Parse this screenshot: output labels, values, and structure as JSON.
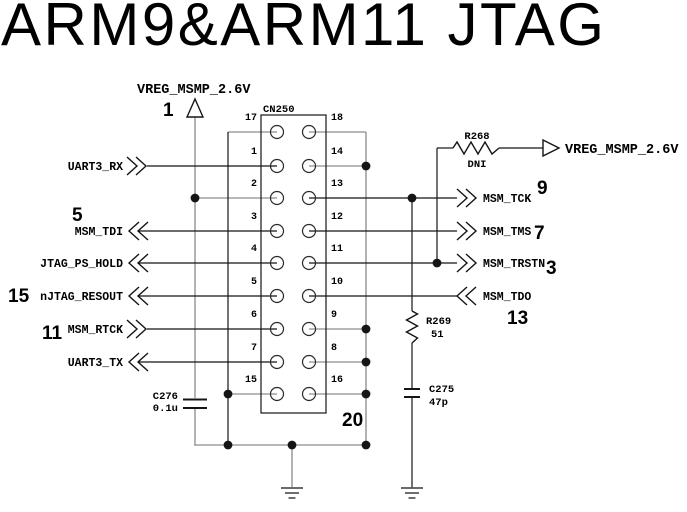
{
  "title": "ARM9&ARM11 JTAG",
  "power_top": {
    "annotation": "1",
    "net": "VREG_MSMP_2.6V"
  },
  "power_right": {
    "net": "VREG_MSMP_2.6V"
  },
  "connector": {
    "ref": "CN250",
    "annotation": "20",
    "pins_left": [
      "17",
      "1",
      "2",
      "3",
      "4",
      "5",
      "6",
      "7",
      "15"
    ],
    "pins_right": [
      "18",
      "14",
      "13",
      "12",
      "11",
      "10",
      "9",
      "8",
      "16"
    ]
  },
  "ports_left": [
    {
      "name": "UART3_RX",
      "direction": "out"
    },
    {
      "name": "MSM_TDI",
      "direction": "in",
      "annotation": "5"
    },
    {
      "name": "JTAG_PS_HOLD",
      "direction": "in"
    },
    {
      "name": "nJTAG_RESOUT",
      "direction": "in",
      "annotation": "15"
    },
    {
      "name": "MSM_RTCK",
      "direction": "out",
      "annotation": "11"
    },
    {
      "name": "UART3_TX",
      "direction": "in"
    }
  ],
  "ports_right": [
    {
      "name": "MSM_TCK",
      "direction": "out",
      "annotation": "9"
    },
    {
      "name": "MSM_TMS",
      "direction": "out",
      "annotation": "7"
    },
    {
      "name": "MSM_TRSTN",
      "direction": "out",
      "annotation": "3"
    },
    {
      "name": "MSM_TDO",
      "direction": "in",
      "annotation": "13"
    }
  ],
  "components": {
    "R268": {
      "ref": "R268",
      "value": "DNI"
    },
    "R269": {
      "ref": "R269",
      "value": "51"
    },
    "C275": {
      "ref": "C275",
      "value": "47p"
    },
    "C276": {
      "ref": "C276",
      "value": "0.1u"
    }
  },
  "colors": {
    "wire_signal": "#151515",
    "wire_power_gnd": "#a0a0a0",
    "text": "#000000",
    "background": "#ffffff"
  }
}
